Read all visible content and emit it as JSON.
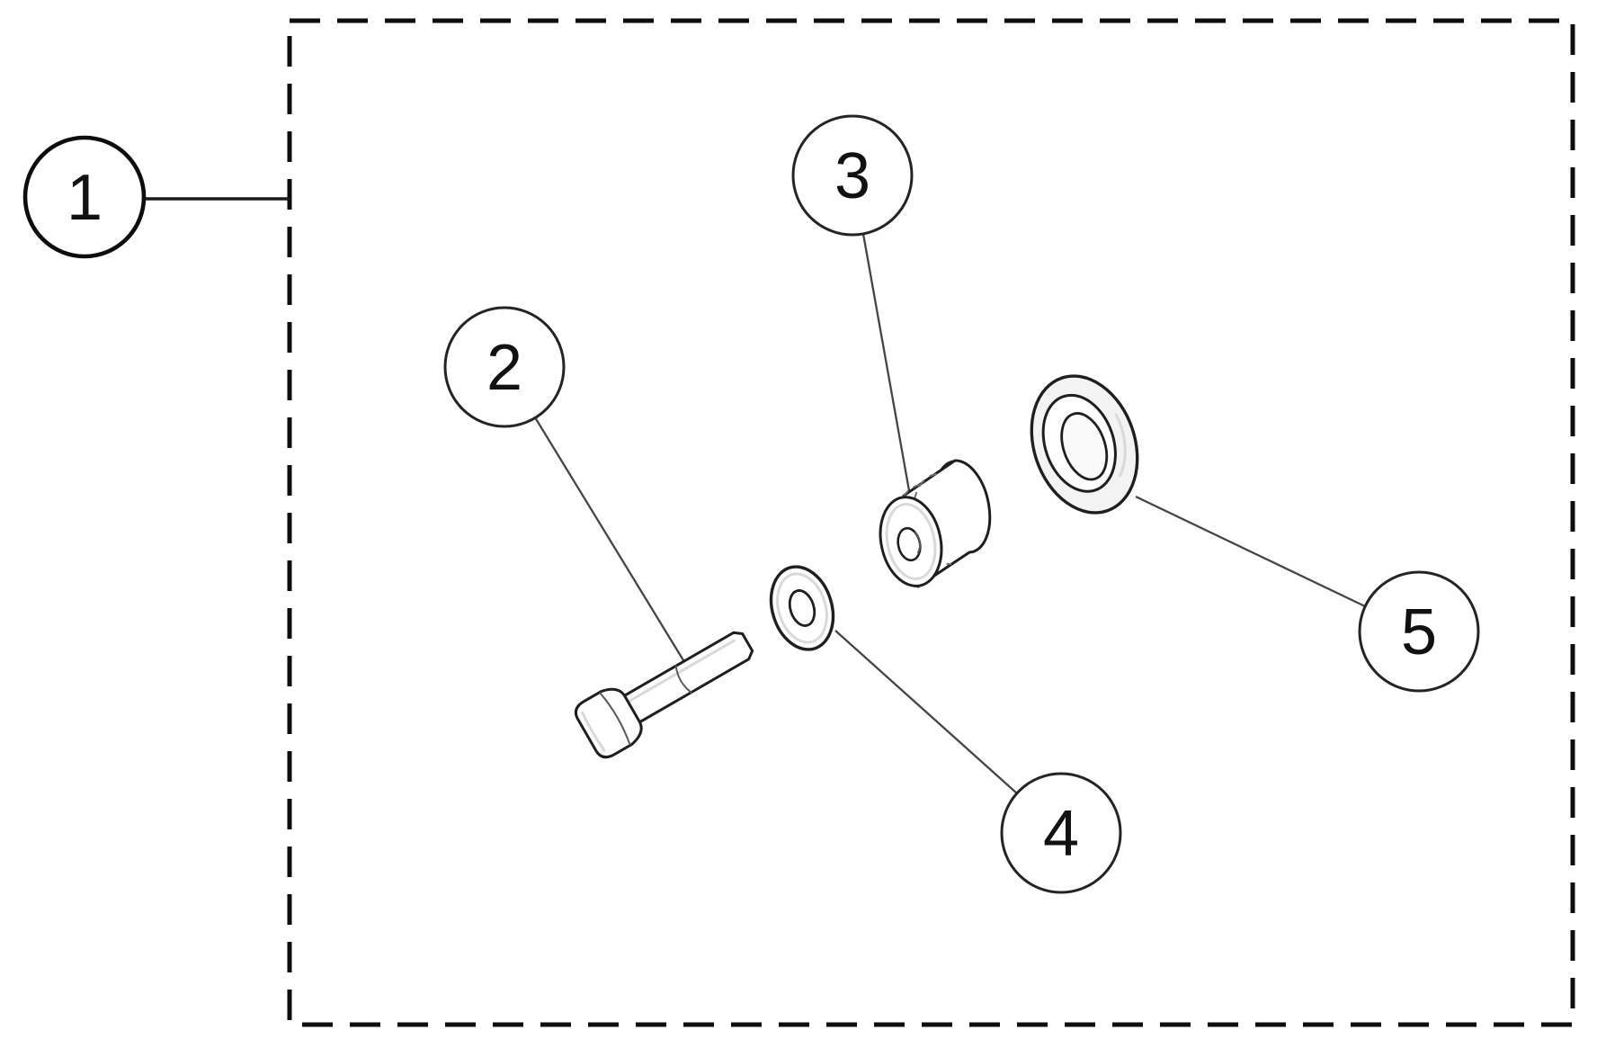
{
  "diagram": {
    "kind": "exploded-parts-diagram",
    "background": "#ffffff",
    "colors": {
      "outline": "#1f1f1f",
      "boundary": "#0d0d0d",
      "leader": "#454545",
      "number": "#111111",
      "shade": "#f3f3f3"
    },
    "callouts": [
      {
        "label": "1",
        "target": "kit-boundary-box"
      },
      {
        "label": "2",
        "target": "hex-bolt"
      },
      {
        "label": "3",
        "target": "bushing"
      },
      {
        "label": "4",
        "target": "flat-washer"
      },
      {
        "label": "5",
        "target": "flanged-washer"
      }
    ]
  }
}
